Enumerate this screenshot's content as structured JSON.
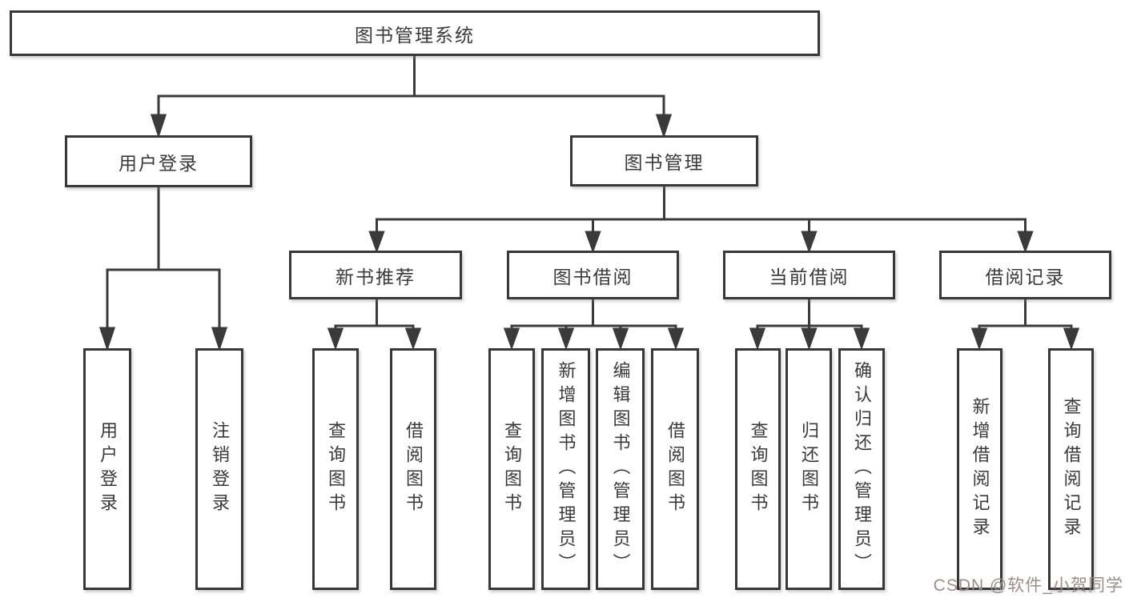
{
  "diagram": {
    "watermark": "CSDN @软件_小贺同学",
    "colors": {
      "background": "#ffffff",
      "line": "#3a3a3a",
      "box_border": "#383838",
      "text": "#3a3a3a",
      "watermark_text": "#9a8d8c"
    },
    "tree": {
      "label": "图书管理系统",
      "children": [
        {
          "label": "用户登录",
          "children": [
            {
              "label": "用户登录"
            },
            {
              "label": "注销登录"
            }
          ]
        },
        {
          "label": "图书管理",
          "children": [
            {
              "label": "新书推荐",
              "children": [
                {
                  "label": "查询图书"
                },
                {
                  "label": "借阅图书"
                }
              ]
            },
            {
              "label": "图书借阅",
              "children": [
                {
                  "label": "查询图书"
                },
                {
                  "label": "新增图书（管理员）"
                },
                {
                  "label": "编辑图书（管理员）"
                },
                {
                  "label": "借阅图书"
                }
              ]
            },
            {
              "label": "当前借阅",
              "children": [
                {
                  "label": "查询图书"
                },
                {
                  "label": "归还图书"
                },
                {
                  "label": "确认归还（管理员）"
                }
              ]
            },
            {
              "label": "借阅记录",
              "children": [
                {
                  "label": "新增借阅记录"
                },
                {
                  "label": "查询借阅记录"
                }
              ]
            }
          ]
        }
      ]
    }
  }
}
